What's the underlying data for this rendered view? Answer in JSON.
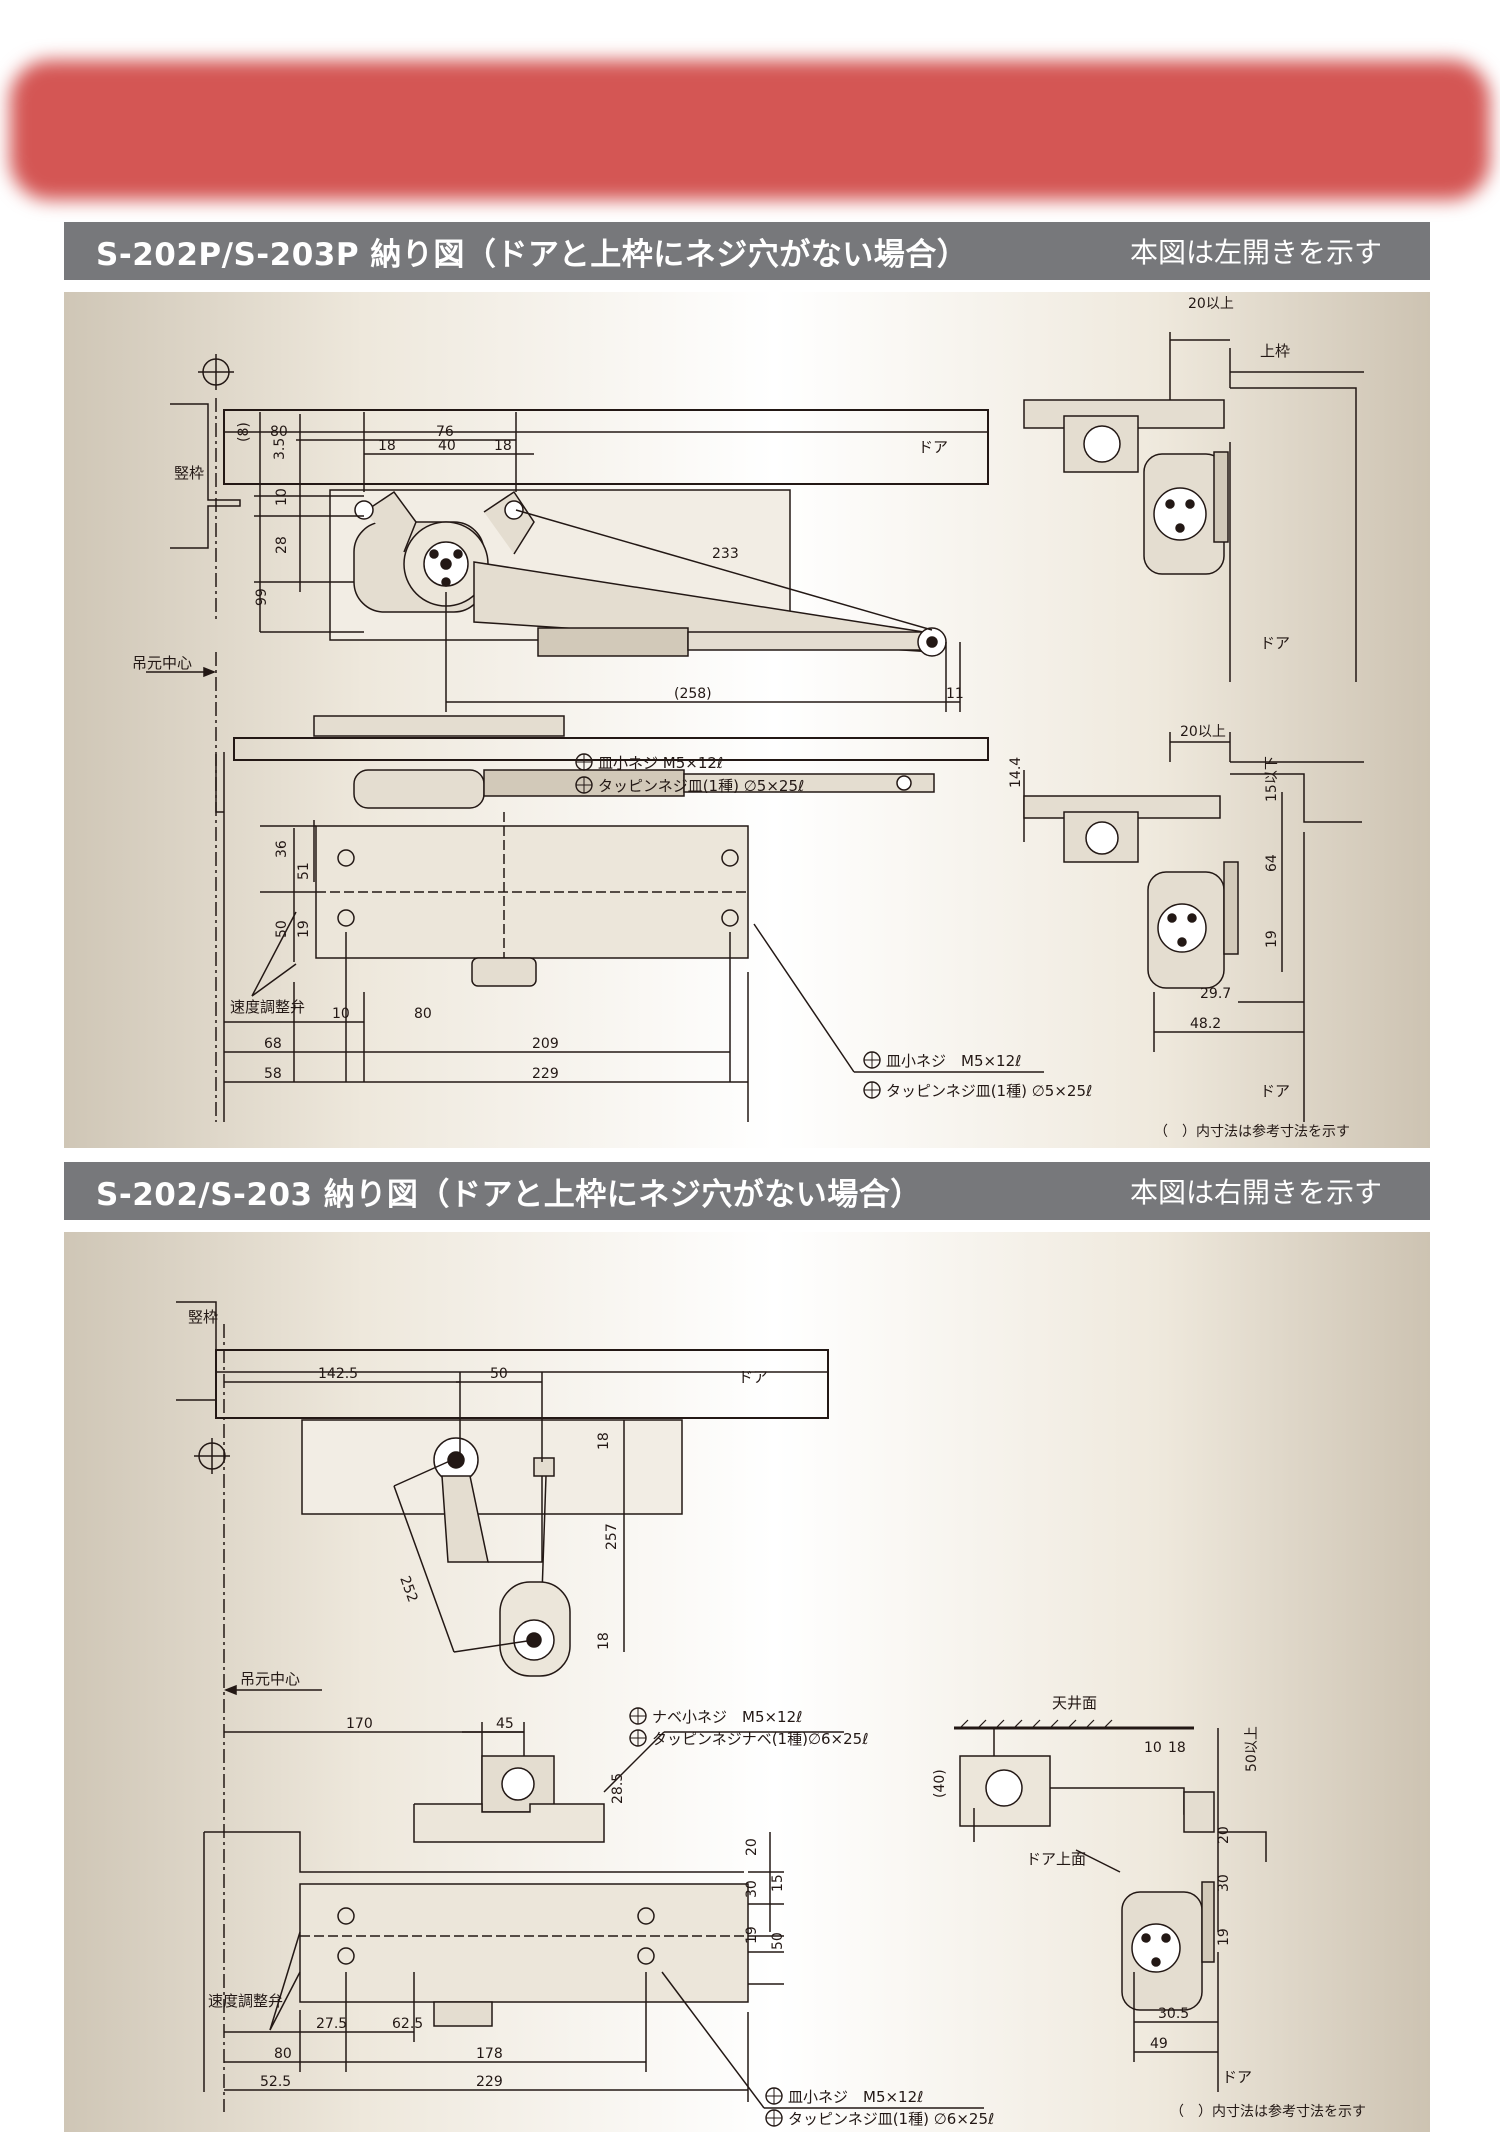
{
  "sections": [
    {
      "title": "S-202P/S-203P 納り図（ドアと上枠にネジ穴がない場合）",
      "note": "本図は左開きを示す",
      "labels": {
        "vertical_frame": "竪枠",
        "hinge_center": "吊元中心",
        "door": "ドア",
        "door_side_top": "ドア",
        "door_side_bottom": "ドア",
        "top_frame": "上枠",
        "speed_valve": "速度調整弁",
        "screw1": "皿小ネジ M5×12ℓ",
        "screw2": "タッピンネジ皿(1種) ∅5×25ℓ",
        "screw3": "皿小ネジ　M5×12ℓ",
        "screw4": "タッピンネジ皿(1種) ∅5×25ℓ",
        "footnote": "（　）内寸法は参考寸法を示す"
      },
      "dims": {
        "d80": "80",
        "d76": "76",
        "d18a": "18",
        "d40": "40",
        "d18b": "18",
        "d8": "(8)",
        "d35": "3.5",
        "d10": "10",
        "d28": "28",
        "d99": "99",
        "d233": "233",
        "d258": "(258)",
        "d11": "11",
        "d20a": "20以上",
        "d20b": "20以上",
        "d14": "14.4",
        "d15": "15以下",
        "d64": "64",
        "d19a": "19",
        "d297": "29.7",
        "d482": "48.2",
        "d36": "36",
        "d51": "51",
        "d50": "50",
        "d19b": "19",
        "d10b": "10",
        "d80b": "80",
        "d68": "68",
        "d209": "209",
        "d58": "58",
        "d229": "229"
      }
    },
    {
      "title": "S-202/S-203  納り図（ドアと上枠にネジ穴がない場合）",
      "note": "本図は右開きを示す",
      "labels": {
        "vertical_frame": "竪枠",
        "door": "ドア",
        "hinge_center": "吊元中心",
        "ceiling": "天井面",
        "door_top": "ドア上面",
        "door_side": "ドア",
        "speed_valve": "速度調整弁",
        "screw1": "ナベ小ネジ　M5×12ℓ",
        "screw2": "タッピンネジナベ(1種)∅6×25ℓ",
        "screw3": "皿小ネジ　M5×12ℓ",
        "screw4": "タッピンネジ皿(1種) ∅6×25ℓ",
        "footnote": "（　）内寸法は参考寸法を示す"
      },
      "dims": {
        "d1425": "142.5",
        "d50a": "50",
        "d18a": "18",
        "d257": "257",
        "d252": "252",
        "d18b": "18",
        "d170": "170",
        "d45": "45",
        "d285": "28.5",
        "d20a": "20",
        "d30a": "30",
        "d15": "15",
        "d19a": "19",
        "d50b": "50",
        "d275": "27.5",
        "d625": "62.5",
        "d80": "80",
        "d178": "178",
        "d525": "52.5",
        "d229": "229",
        "d40": "(40)",
        "d10": "10",
        "d18c": "18",
        "d50c": "50以上",
        "d20b": "20",
        "d30b": "30",
        "d19b": "19",
        "d305": "30.5",
        "d49": "49"
      }
    }
  ]
}
